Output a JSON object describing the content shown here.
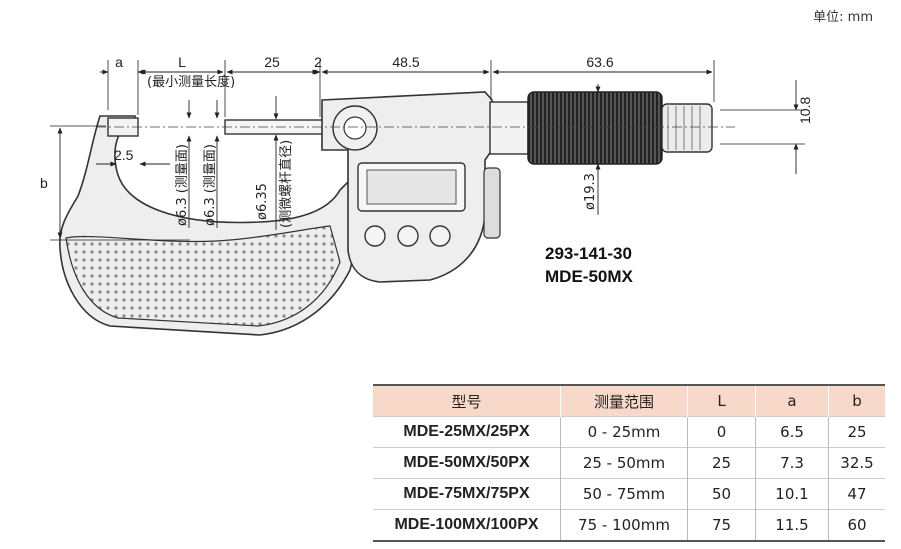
{
  "unit_note": "单位: mm",
  "dimensions": {
    "a": "a",
    "L": "L",
    "d25": "25",
    "d2": "2",
    "d48_5": "48.5",
    "d63_6": "63.6",
    "d10_8": "10.8",
    "d2_5": "2.5",
    "b": "b",
    "max_length": "(最小测量长度)",
    "anvil_dia": "ø6.3 (测量面)",
    "spindle_face_dia": "ø6.3 (测量面)",
    "spindle_dia": "ø6.35",
    "spindle_dia_note": "(测微螺杆直径)",
    "thimble_dia": "ø19.3"
  },
  "model": {
    "code": "293-141-30",
    "name": "MDE-50MX"
  },
  "table": {
    "headers": [
      "型号",
      "测量范围",
      "L",
      "a",
      "b"
    ],
    "rows": [
      [
        "MDE-25MX/25PX",
        "0 - 25mm",
        "0",
        "6.5",
        "25"
      ],
      [
        "MDE-50MX/50PX",
        "25 - 50mm",
        "25",
        "7.3",
        "32.5"
      ],
      [
        "MDE-75MX/75PX",
        "50 - 75mm",
        "50",
        "10.1",
        "47"
      ],
      [
        "MDE-100MX/100PX",
        "75 - 100mm",
        "75",
        "11.5",
        "60"
      ]
    ]
  },
  "colors": {
    "frame_fill": "#eeeeee",
    "outline": "#333333",
    "header_fill": "#f8d8c8"
  }
}
